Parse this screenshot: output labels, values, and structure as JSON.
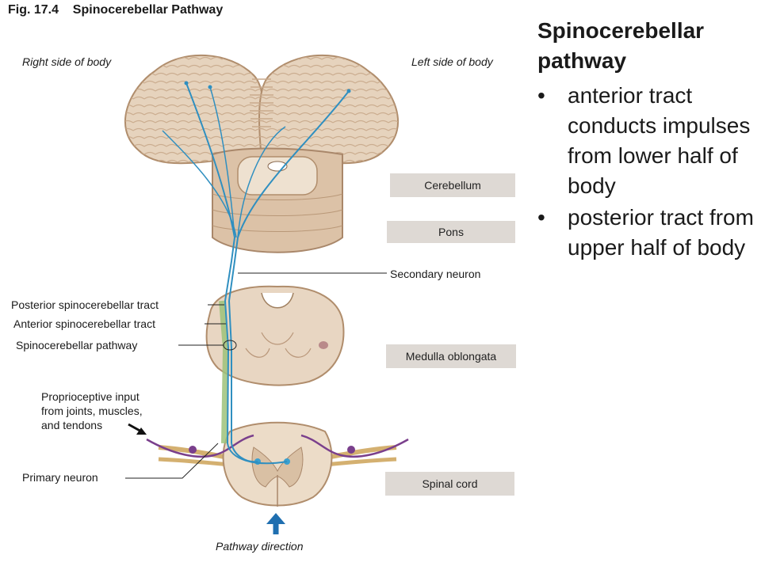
{
  "figure": {
    "title": "Fig. 17.4    Spinocerebellar Pathway",
    "right_side": "Right side of body",
    "left_side": "Left side of body",
    "pathway_direction": "Pathway direction"
  },
  "regions": {
    "cerebellum": "Cerebellum",
    "pons": "Pons",
    "medulla": "Medulla oblongata",
    "spinal_cord": "Spinal cord"
  },
  "labels": {
    "secondary_neuron": "Secondary neuron",
    "posterior_tract": "Posterior spinocerebellar tract",
    "anterior_tract": "Anterior spinocerebellar tract",
    "pathway": "Spinocerebellar pathway",
    "proprio_line1": "Proprioceptive input",
    "proprio_line2": "from joints, muscles,",
    "proprio_line3": "and tendons",
    "primary_neuron": "Primary neuron"
  },
  "slide": {
    "title_line1": "Spinocerebellar",
    "title_line2": "pathway",
    "bullets": [
      "anterior tract conducts impulses from lower half of body",
      "posterior tract from upper half of body"
    ],
    "bullet_char": "•"
  },
  "colors": {
    "tissue": "#e9d9c6",
    "tissue_dark": "#c9a98a",
    "tract_blue": "#2f8fc0",
    "tract_green": "#9ec27a",
    "nerve_purple": "#7a3f8c",
    "arrow_blue": "#1f6fb0",
    "label_box": "#ded9d4"
  }
}
